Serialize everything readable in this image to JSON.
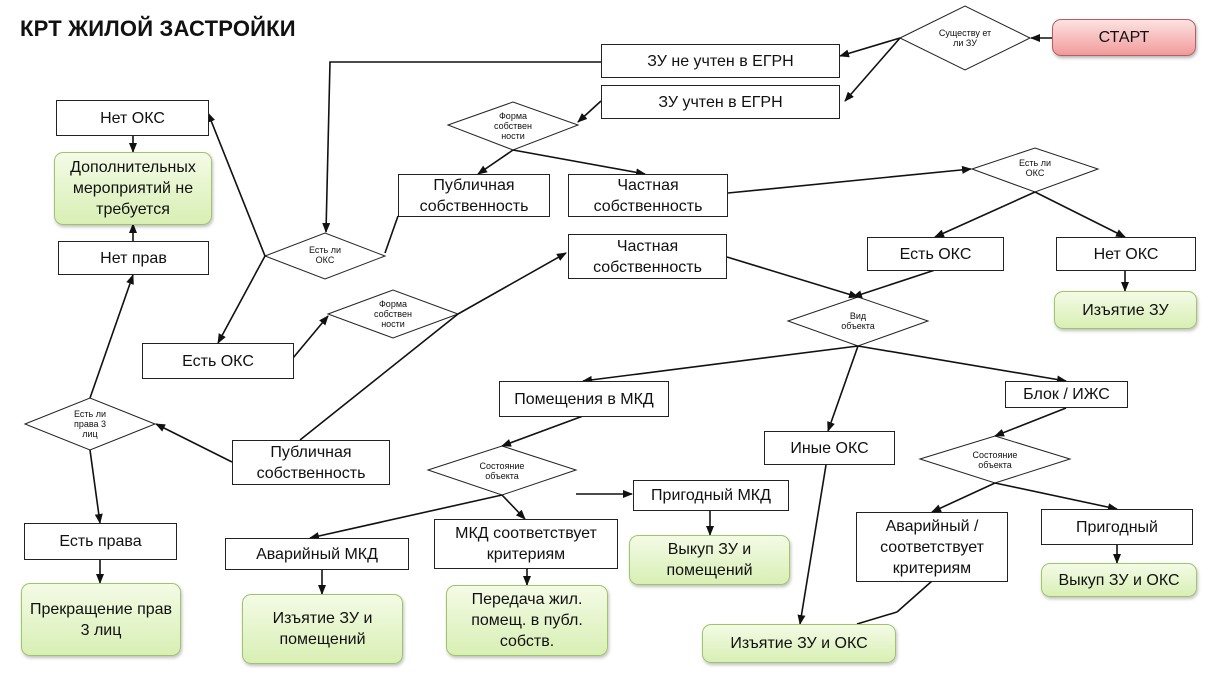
{
  "title": "КРТ ЖИЛОЙ ЗАСТРОЙКИ",
  "nodes": {
    "start": "СТАРТ",
    "d_exists": "Существу ет ли ЗУ",
    "zu_not_registered": "ЗУ не учтен в ЕГРН",
    "zu_registered": "ЗУ учтен в ЕГРН",
    "d_ownership_1": "Форма собствен ности",
    "public_1": "Публичная собственность",
    "private_1": "Частная собственность",
    "d_oks_right": "Есть ли ОКС",
    "has_oks_right": "Есть ОКС",
    "no_oks_right": "Нет ОКС",
    "seizure_zu": "Изъятие ЗУ",
    "d_oks_left": "Есть ли ОКС",
    "no_oks_left": "Нет ОКС",
    "no_measures": "Дополнительных мероприятий не требуется",
    "no_rights": "Нет прав",
    "has_oks_left": "Есть ОКС",
    "d_ownership_2": "Форма собствен ности",
    "private_2": "Частная собственность",
    "public_2": "Публичная собственность",
    "d_third_rights": "Есть ли права 3 лиц",
    "has_rights": "Есть права",
    "terminate_rights": "Прекращение прав 3 лиц",
    "d_object_type": "Вид объекта",
    "mkd_premises": "Помещения в МКД",
    "other_oks": "Иные ОКС",
    "block_izhs": "Блок / ИЖС",
    "d_state_mkd": "Состояние объекта",
    "emergency_mkd": "Аварийный МКД",
    "mkd_criteria": "МКД соответствует критериям",
    "fit_mkd": "Пригодный МКД",
    "seizure_zu_premises": "Изъятие ЗУ и помещений",
    "transfer_public": "Передача жил. помещ. в публ. собств.",
    "buyout_zu_premises": "Выкуп ЗУ и помещений",
    "seizure_zu_oks": "Изъятие ЗУ и ОКС",
    "d_state_block": "Состояние объекта",
    "emergency_block": "Аварийный / соответствует критериям",
    "fit_block": "Пригодный",
    "buyout_zu_oks": "Выкуп ЗУ и ОКС"
  },
  "colors": {
    "start_fill": "#f29a9a",
    "result_fill": "#d8efb4",
    "line": "#111111"
  }
}
